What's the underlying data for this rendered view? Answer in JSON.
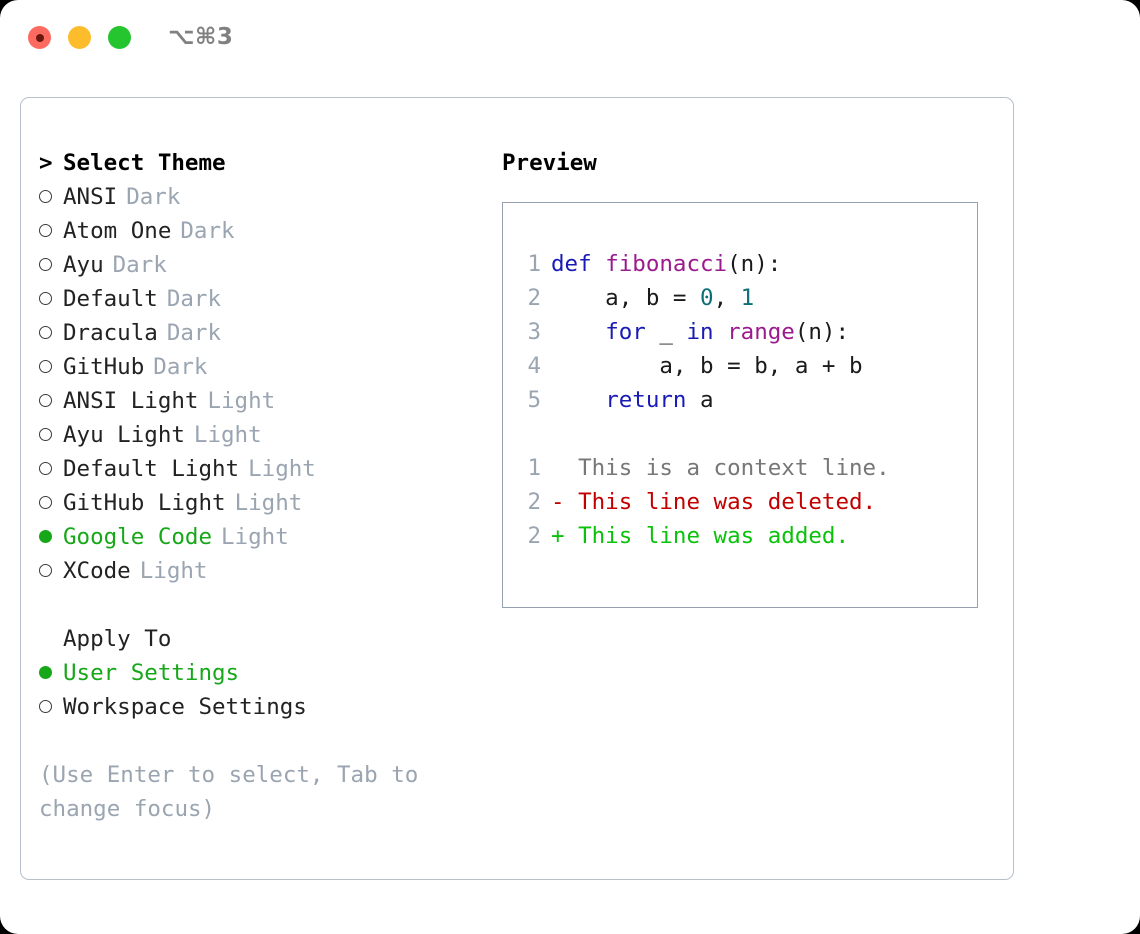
{
  "window": {
    "shortcut": "⌥⌘3",
    "traffic_lights": [
      {
        "name": "close",
        "color": "#fd6b60"
      },
      {
        "name": "minimize",
        "color": "#fdbc2c"
      },
      {
        "name": "maximize",
        "color": "#25c530"
      }
    ]
  },
  "theme_picker": {
    "header_marker": ">",
    "header_label": "Select Theme",
    "items": [
      {
        "marker": "○",
        "selected": false,
        "label": "ANSI",
        "badge": "Dark"
      },
      {
        "marker": "○",
        "selected": false,
        "label": "Atom One",
        "badge": "Dark"
      },
      {
        "marker": "○",
        "selected": false,
        "label": "Ayu",
        "badge": "Dark"
      },
      {
        "marker": "○",
        "selected": false,
        "label": "Default",
        "badge": "Dark"
      },
      {
        "marker": "○",
        "selected": false,
        "label": "Dracula",
        "badge": "Dark"
      },
      {
        "marker": "○",
        "selected": false,
        "label": "GitHub",
        "badge": "Dark"
      },
      {
        "marker": "○",
        "selected": false,
        "label": "ANSI Light",
        "badge": "Light"
      },
      {
        "marker": "○",
        "selected": false,
        "label": "Ayu Light",
        "badge": "Light"
      },
      {
        "marker": "○",
        "selected": false,
        "label": "Default Light",
        "badge": "Light"
      },
      {
        "marker": "○",
        "selected": false,
        "label": "GitHub Light",
        "badge": "Light"
      },
      {
        "marker": "●",
        "selected": true,
        "label": "Google Code",
        "badge": "Light"
      },
      {
        "marker": "○",
        "selected": false,
        "label": "XCode",
        "badge": "Light"
      }
    ]
  },
  "apply_to": {
    "header_label": "Apply To",
    "items": [
      {
        "marker": "●",
        "selected": true,
        "label": "User Settings"
      },
      {
        "marker": "○",
        "selected": false,
        "label": "Workspace Settings"
      }
    ]
  },
  "hint": "(Use Enter to select, Tab to change focus)",
  "preview": {
    "title": "Preview",
    "code_lines": [
      {
        "ln": "1",
        "tokens": [
          {
            "t": "def ",
            "c": "kw"
          },
          {
            "t": "fibonacci",
            "c": "fn"
          },
          {
            "t": "(n):",
            "c": "pln"
          }
        ]
      },
      {
        "ln": "2",
        "tokens": [
          {
            "t": "    a, b = ",
            "c": "pln"
          },
          {
            "t": "0",
            "c": "num"
          },
          {
            "t": ", ",
            "c": "pln"
          },
          {
            "t": "1",
            "c": "num"
          }
        ]
      },
      {
        "ln": "3",
        "tokens": [
          {
            "t": "    ",
            "c": "pln"
          },
          {
            "t": "for",
            "c": "kw"
          },
          {
            "t": " _ ",
            "c": "pln"
          },
          {
            "t": "in",
            "c": "kw"
          },
          {
            "t": " ",
            "c": "pln"
          },
          {
            "t": "range",
            "c": "fn"
          },
          {
            "t": "(n):",
            "c": "pln"
          }
        ]
      },
      {
        "ln": "4",
        "tokens": [
          {
            "t": "        a, b = b, a + b",
            "c": "pln"
          }
        ]
      },
      {
        "ln": "5",
        "tokens": [
          {
            "t": "    ",
            "c": "pln"
          },
          {
            "t": "return",
            "c": "kw"
          },
          {
            "t": " a",
            "c": "pln"
          }
        ]
      }
    ],
    "diff_lines": [
      {
        "ln": "1",
        "sign": " ",
        "text": " This is a context line.",
        "c": "ctx"
      },
      {
        "ln": "2",
        "sign": "-",
        "text": " This line was deleted.",
        "c": "del"
      },
      {
        "ln": "2",
        "sign": "+",
        "text": " This line was added.",
        "c": "add"
      }
    ]
  },
  "colors": {
    "accent_green": "#17a81a",
    "badge_gray": "#9aa5b1",
    "keyword_blue": "#1a1ab5",
    "function_purple": "#9b1b8e",
    "number_teal": "#0d6e78",
    "diff_delete_red": "#c20000",
    "diff_add_green": "#0bc20b",
    "panel_border": "#b7bfcb"
  }
}
